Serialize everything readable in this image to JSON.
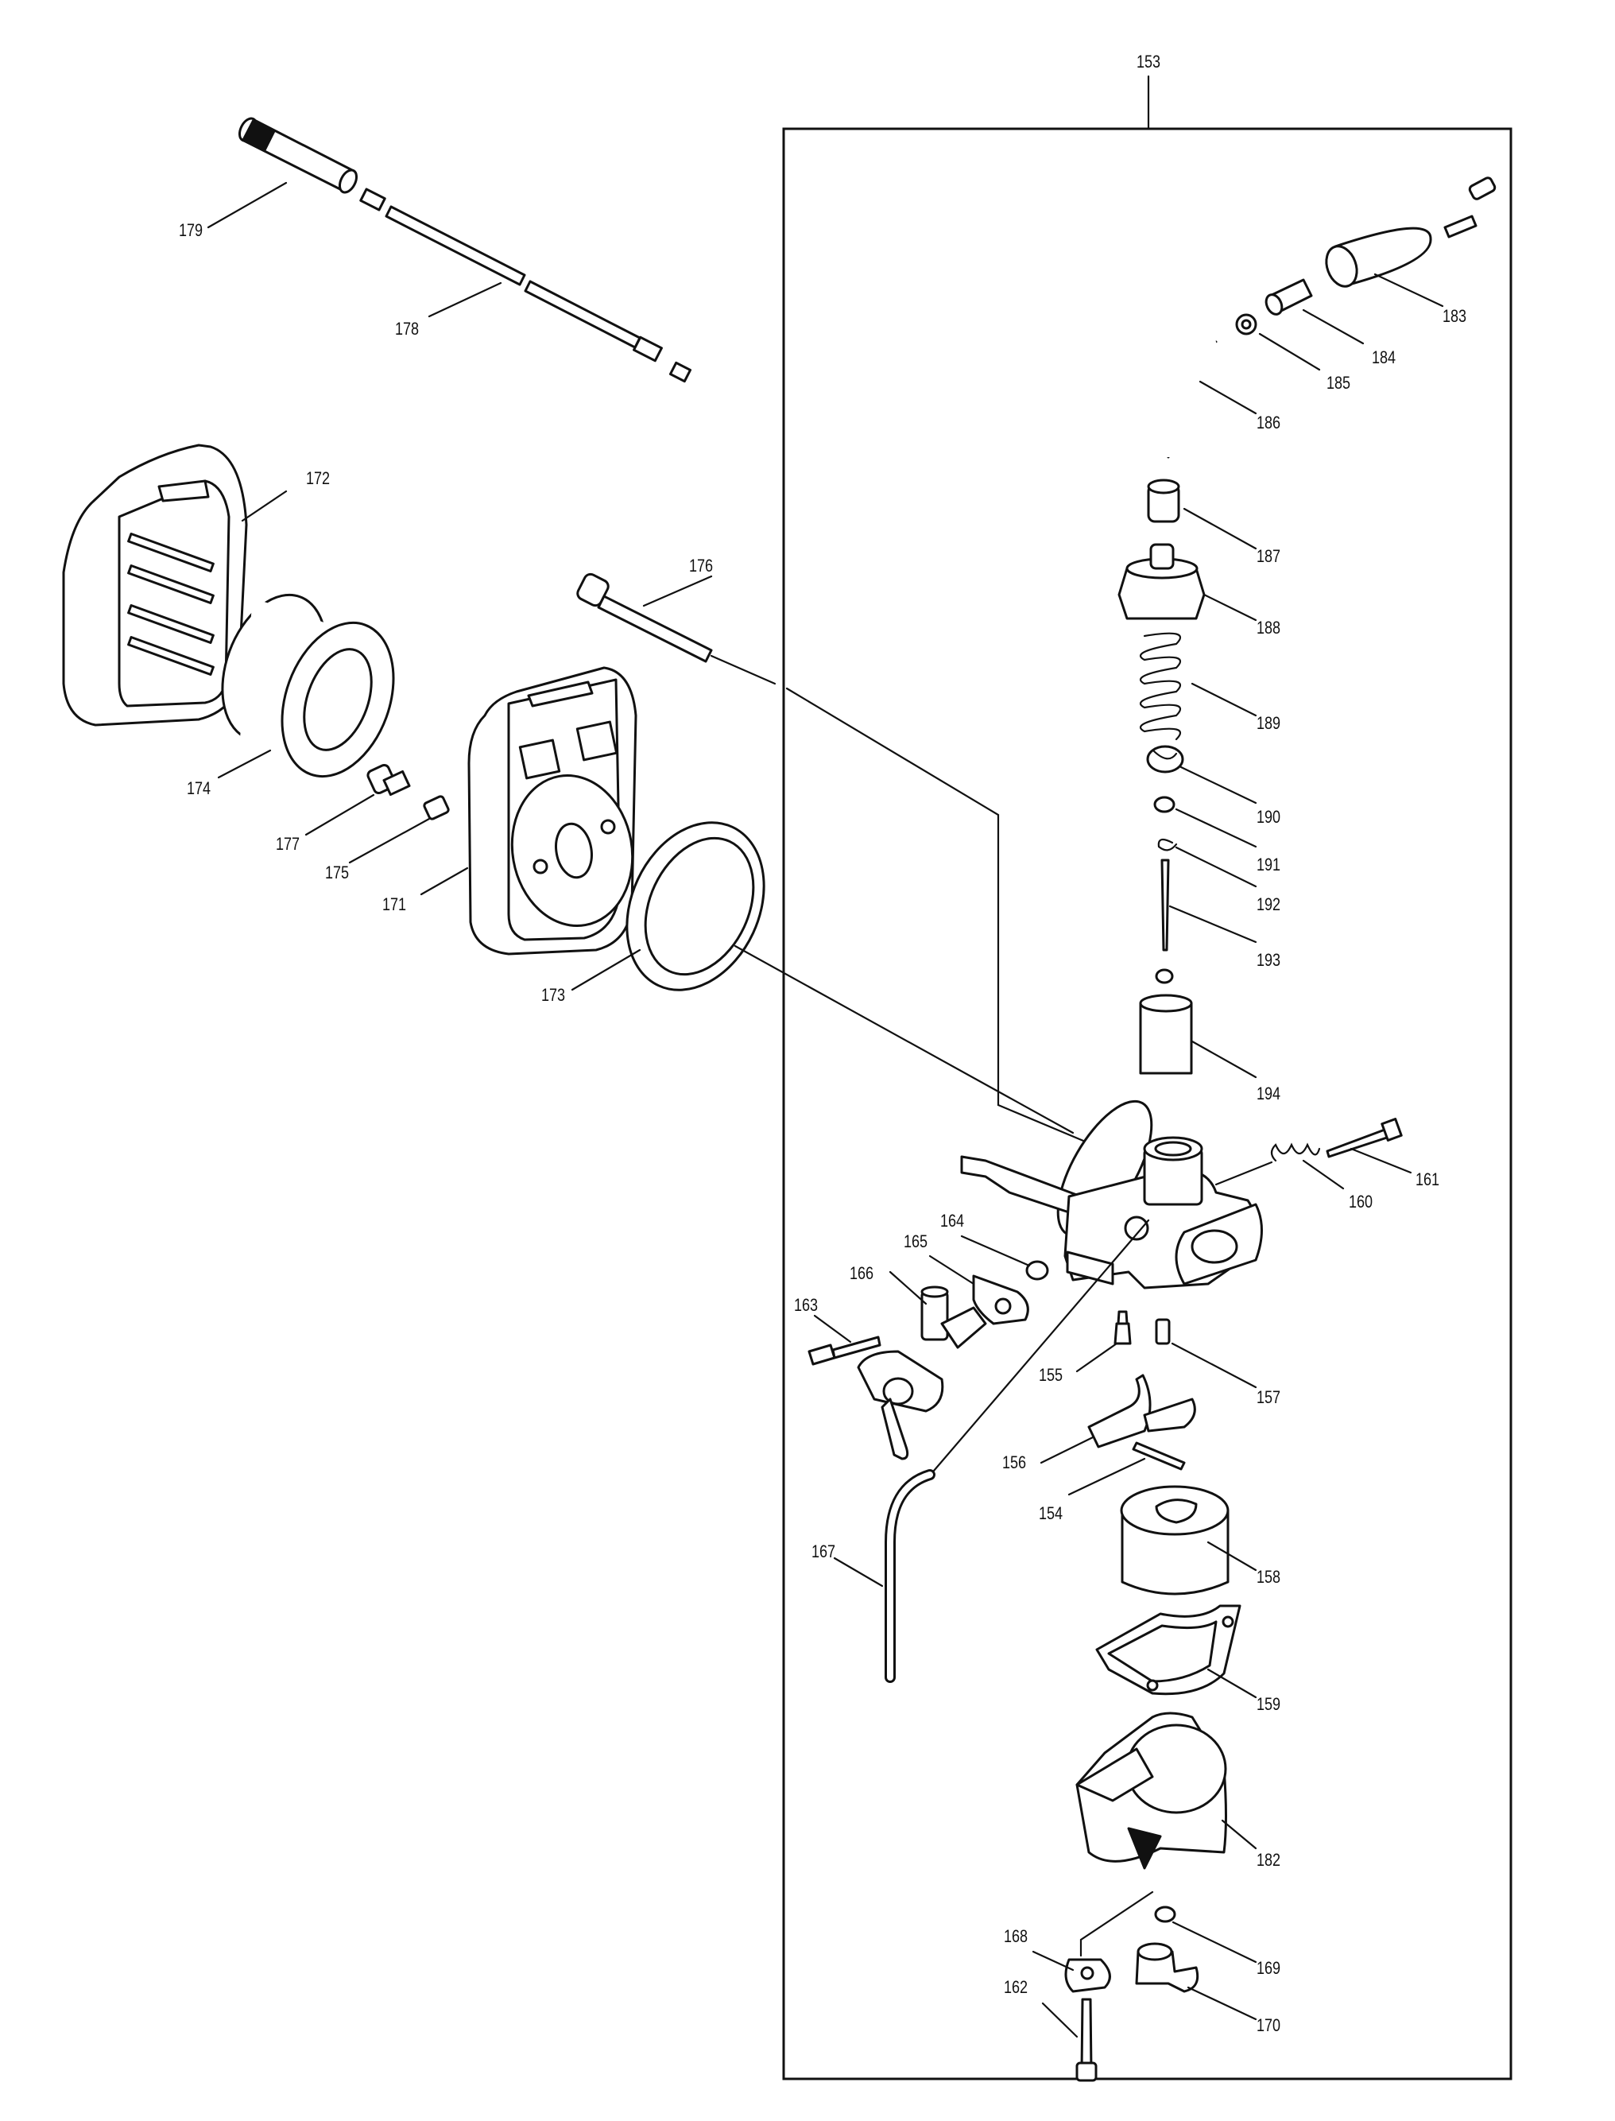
{
  "callouts": [
    {
      "id": "153",
      "text": "153"
    },
    {
      "id": "179",
      "text": "179"
    },
    {
      "id": "178",
      "text": "178"
    },
    {
      "id": "183",
      "text": "183"
    },
    {
      "id": "184",
      "text": "184"
    },
    {
      "id": "185",
      "text": "185"
    },
    {
      "id": "186",
      "text": "186"
    },
    {
      "id": "172",
      "text": "172"
    },
    {
      "id": "176",
      "text": "176"
    },
    {
      "id": "187",
      "text": "187"
    },
    {
      "id": "188",
      "text": "188"
    },
    {
      "id": "189",
      "text": "189"
    },
    {
      "id": "174",
      "text": "174"
    },
    {
      "id": "177",
      "text": "177"
    },
    {
      "id": "175",
      "text": "175"
    },
    {
      "id": "171",
      "text": "171"
    },
    {
      "id": "190",
      "text": "190"
    },
    {
      "id": "191",
      "text": "191"
    },
    {
      "id": "192",
      "text": "192"
    },
    {
      "id": "173",
      "text": "173"
    },
    {
      "id": "193",
      "text": "193"
    },
    {
      "id": "194",
      "text": "194"
    },
    {
      "id": "161",
      "text": "161"
    },
    {
      "id": "160",
      "text": "160"
    },
    {
      "id": "164",
      "text": "164"
    },
    {
      "id": "165",
      "text": "165"
    },
    {
      "id": "166",
      "text": "166"
    },
    {
      "id": "163",
      "text": "163"
    },
    {
      "id": "155",
      "text": "155"
    },
    {
      "id": "157",
      "text": "157"
    },
    {
      "id": "156",
      "text": "156"
    },
    {
      "id": "154",
      "text": "154"
    },
    {
      "id": "167",
      "text": "167"
    },
    {
      "id": "158",
      "text": "158"
    },
    {
      "id": "159",
      "text": "159"
    },
    {
      "id": "182",
      "text": "182"
    },
    {
      "id": "168",
      "text": "168"
    },
    {
      "id": "169",
      "text": "169"
    },
    {
      "id": "162",
      "text": "162"
    },
    {
      "id": "170",
      "text": "170"
    }
  ]
}
